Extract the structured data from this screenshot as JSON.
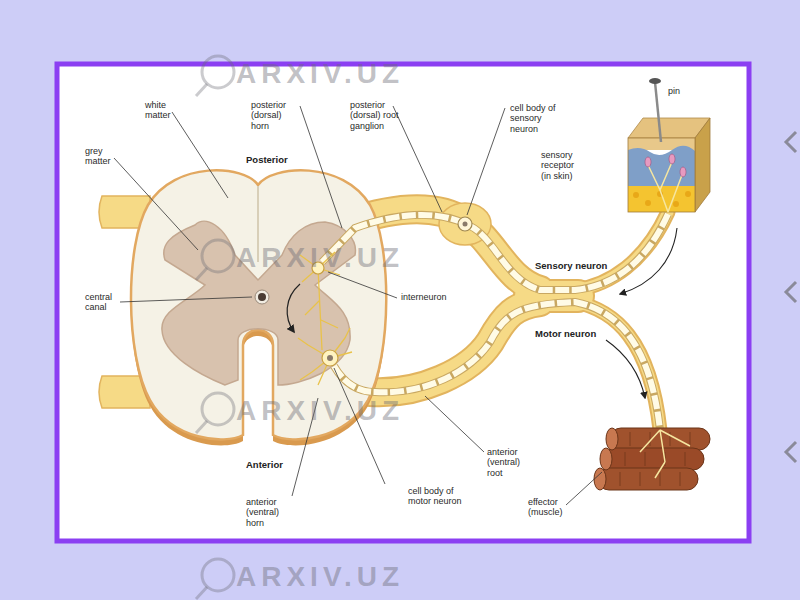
{
  "diagram": {
    "labels": [
      "white matter",
      "posterior (dorsal) horn",
      "posterior (dorsal) root ganglion",
      "cell body of sensory neuron",
      "pin",
      "grey matter",
      "Posterior",
      "sensory receptor (in skin)",
      "Sensory neuron",
      "central canal",
      "interneuron",
      "Motor neuron",
      "anterior (ventral) root",
      "Anterior",
      "anterior (ventral) horn",
      "cell body of motor neuron",
      "effector (muscle)",
      "ARXIV.UZ",
      "ARXIV.UZ",
      "ARXIV.UZ",
      "ARXIV.UZ"
    ]
  }
}
